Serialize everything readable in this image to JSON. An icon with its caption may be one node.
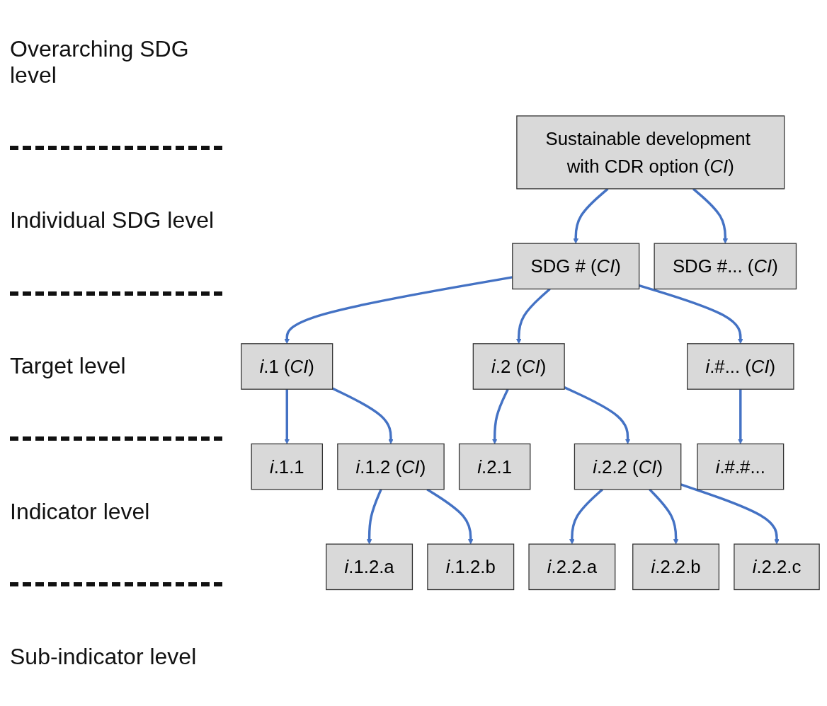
{
  "diagram": {
    "nodes": [
      {
        "text": [
          "Sustainable development with CDR option (*CI*)"
        ]
      },
      {
        "text": [
          "SDG # (*CI*)"
        ]
      },
      {
        "text": [
          "SDG #... (*CI*)"
        ]
      },
      {
        "text": [
          "*i*.1 (*CI*)"
        ]
      },
      {
        "text": [
          "*i*.2 (*CI*)"
        ]
      },
      {
        "text": [
          "*i*.#... (*CI*)"
        ]
      },
      {
        "text": [
          "*i*.1.1"
        ]
      },
      {
        "text": [
          "*i*.1.2 (*CI*)"
        ]
      },
      {
        "text": [
          "*i*.2.1"
        ]
      },
      {
        "text": [
          "*i*.2.2 (*CI*)"
        ]
      },
      {
        "text": [
          "*i*.#.#..."
        ]
      },
      {
        "text": [
          "*i*.1.2.a"
        ]
      },
      {
        "text": [
          "*i*.1.2.b"
        ]
      },
      {
        "text": [
          "*i*.2.2.a"
        ]
      },
      {
        "text": [
          "*i*.2.2.b"
        ]
      },
      {
        "text": [
          "*i*.2.2.c"
        ]
      }
    ],
    "edges": [
      {
        "from": 0,
        "to": 1,
        "arrow": "to"
      },
      {
        "from": 0,
        "to": 2,
        "arrow": "to"
      },
      {
        "from": 1,
        "to": 3,
        "arrow": "to"
      },
      {
        "from": 1,
        "to": 4,
        "arrow": "to"
      },
      {
        "from": 1,
        "to": 5,
        "arrow": "to"
      },
      {
        "from": 3,
        "to": 6,
        "arrow": "to"
      },
      {
        "from": 3,
        "to": 7,
        "arrow": "to"
      },
      {
        "from": 4,
        "to": 8,
        "arrow": "to"
      },
      {
        "from": 4,
        "to": 9,
        "arrow": "to"
      },
      {
        "from": 5,
        "to": 10,
        "arrow": "to"
      },
      {
        "from": 7,
        "to": 11,
        "arrow": "to"
      },
      {
        "from": 7,
        "to": 12,
        "arrow": "to"
      },
      {
        "from": 9,
        "to": 13,
        "arrow": "to"
      },
      {
        "from": 9,
        "to": 14,
        "arrow": "to"
      },
      {
        "from": 9,
        "to": 15,
        "arrow": "to"
      }
    ],
    "labels": [
      "Overarching SDG level",
      "Individual SDG level",
      "Target level",
      "Indicator level",
      "Sub-indicator level"
    ]
  }
}
